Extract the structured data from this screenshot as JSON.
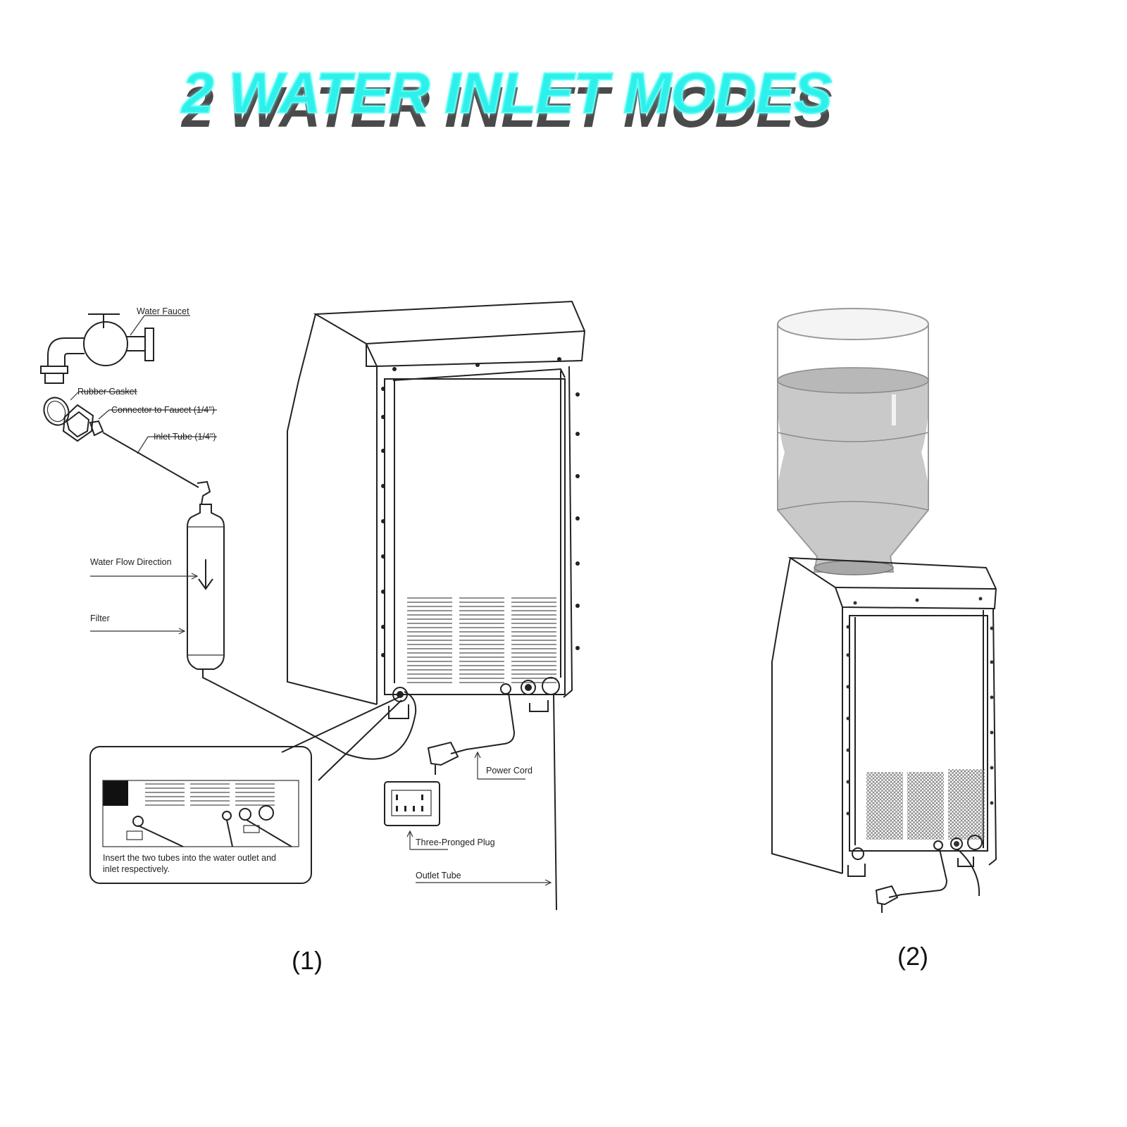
{
  "title": "2 WATER INLET MODES",
  "mode1": {
    "caption": "(1)",
    "labels": {
      "water_faucet": "Water Faucet",
      "rubber_gasket": "Rubber Gasket",
      "connector": "Connector to Faucet (1/4\")",
      "inlet_tube": "Inlet Tube (1/4\")",
      "flow_direction": "Water Flow Direction",
      "filter": "Filter",
      "power_cord": "Power Cord",
      "plug": "Three-Pronged Plug",
      "outlet_tube": "Outlet Tube"
    },
    "inset_note_line1": "Insert the two tubes into the water outlet and",
    "inset_note_line2": "inlet respectively."
  },
  "mode2": {
    "caption": "(2)"
  }
}
